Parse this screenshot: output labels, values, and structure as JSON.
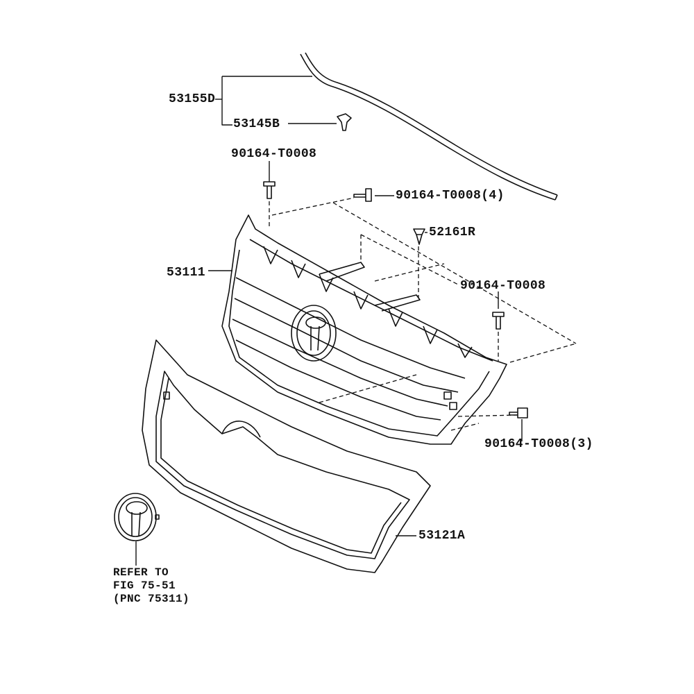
{
  "diagram": {
    "callouts": [
      {
        "id": "weatherstrip",
        "text": "53155D"
      },
      {
        "id": "clip-53145b",
        "text": "53145B"
      },
      {
        "id": "screw-top",
        "text": "90164-T0008"
      },
      {
        "id": "screw-top-right",
        "text": "90164-T0008(4)"
      },
      {
        "id": "clip-52161r",
        "text": "52161R"
      },
      {
        "id": "grille",
        "text": "53111"
      },
      {
        "id": "screw-right",
        "text": "90164-T0008"
      },
      {
        "id": "screw-bottom-right",
        "text": "90164-T0008(3)"
      },
      {
        "id": "bezel",
        "text": "53121A"
      }
    ],
    "reference": {
      "line1": "REFER TO",
      "line2": "FIG 75-51",
      "line3": "(PNC 75311)"
    },
    "colors": {
      "ink": "#111111",
      "background": "#ffffff"
    }
  }
}
